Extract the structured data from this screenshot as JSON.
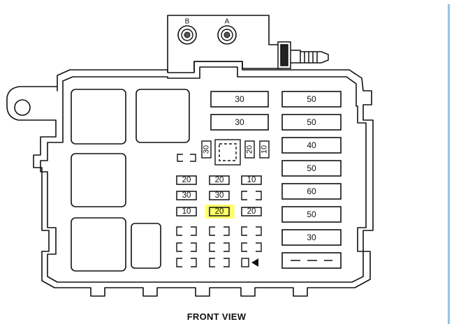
{
  "diagram": {
    "caption": "FRONT VIEW",
    "terminals": [
      {
        "label": "B"
      },
      {
        "label": "A"
      }
    ],
    "maxi_fuses": [
      "50",
      "50",
      "40",
      "50",
      "60",
      "50",
      "30",
      ""
    ],
    "top_fuses": [
      "30",
      "30"
    ],
    "vertical_fuses": [
      "30",
      "20",
      "10"
    ],
    "mini_fuse_rows": [
      [
        "20",
        "20",
        "10"
      ],
      [
        "30",
        "30",
        ""
      ],
      [
        "10",
        "20",
        "20"
      ]
    ],
    "highlighted_fuse": {
      "row": 2,
      "col": 1,
      "value": "20",
      "color": "#ffff66"
    },
    "colors": {
      "line": "#111111",
      "highlight": "#ffff66",
      "edge_bar": "#8fc6e8"
    }
  }
}
